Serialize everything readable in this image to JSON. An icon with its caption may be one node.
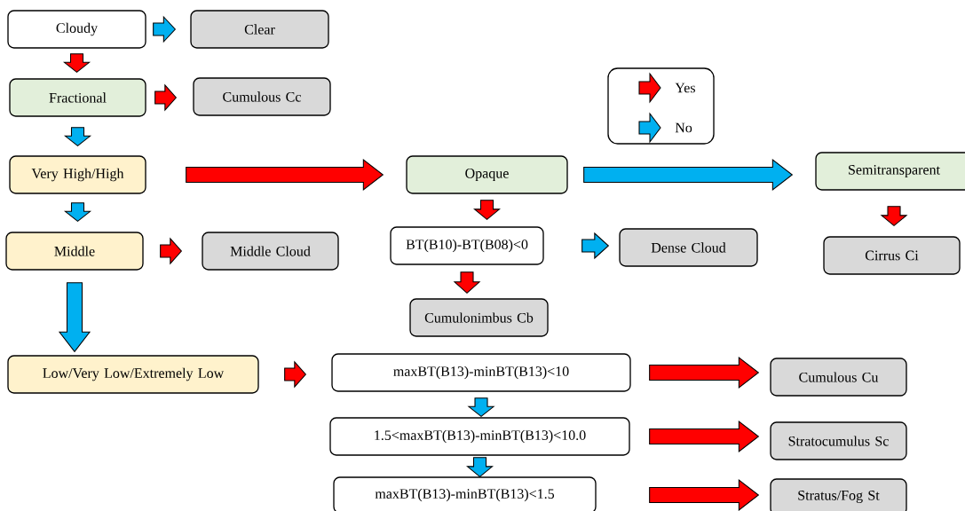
{
  "diagram": {
    "nodes": [
      {
        "text": [
          "Cloudy"
        ]
      },
      {
        "text": [
          "Clear"
        ]
      },
      {
        "text": [
          "Fractional"
        ]
      },
      {
        "text": [
          "Cumulous   Cc"
        ]
      },
      {
        "text": [
          "Very High/High"
        ]
      },
      {
        "text": [
          "Opaque"
        ]
      },
      {
        "text": [
          "Semitransparent"
        ]
      },
      {
        "text": [
          "Middle"
        ]
      },
      {
        "text": [
          "Middle Cloud"
        ]
      },
      {
        "text": [
          "BT(B10)-BT(B08)<0"
        ]
      },
      {
        "text": [
          "Dense Cloud"
        ]
      },
      {
        "text": [
          "Cirrus Ci"
        ]
      },
      {
        "text": [
          "Cumulonimbus Cb"
        ]
      },
      {
        "text": [
          "Low/Very Low/Extremely Low"
        ]
      },
      {
        "text": [
          "maxBT(B13)-minBT(B13)<10"
        ]
      },
      {
        "text": [
          "Cumulous Cu"
        ]
      },
      {
        "text": [
          "1.5<maxBT(B13)-minBT(B13)<10.0"
        ]
      },
      {
        "text": [
          "Stratocumulus Sc"
        ]
      },
      {
        "text": [
          "maxBT(B13)-minBT(B13)<1.5"
        ]
      },
      {
        "text": [
          "Stratus/Fog St"
        ]
      }
    ],
    "edges": [
      {
        "from": 0,
        "to": 1,
        "arrow": "to",
        "color": "#00b0f0"
      },
      {
        "from": 0,
        "to": 2,
        "arrow": "to"
      },
      {
        "from": 2,
        "to": 3,
        "arrow": "to"
      },
      {
        "from": 2,
        "to": 4,
        "arrow": "to",
        "color": "#00b0f0"
      },
      {
        "from": 4,
        "to": 5,
        "arrow": "to"
      },
      {
        "from": 5,
        "to": 6,
        "arrow": "to",
        "color": "#00b0f0"
      },
      {
        "from": 4,
        "to": 7,
        "arrow": "to",
        "color": "#00b0f0"
      },
      {
        "from": 7,
        "to": 8,
        "arrow": "to"
      },
      {
        "from": 5,
        "to": 9,
        "arrow": "to"
      },
      {
        "from": 9,
        "to": 10,
        "arrow": "to",
        "color": "#00b0f0"
      },
      {
        "from": 6,
        "to": 11,
        "arrow": "to"
      },
      {
        "from": 9,
        "to": 12,
        "arrow": "to"
      },
      {
        "from": 7,
        "to": 13,
        "arrow": "to",
        "color": "#00b0f0"
      },
      {
        "from": 13,
        "to": 14,
        "arrow": "to"
      },
      {
        "from": 14,
        "to": 15,
        "arrow": "to"
      },
      {
        "from": 14,
        "to": 16,
        "arrow": "to",
        "color": "#00b0f0"
      },
      {
        "from": 16,
        "to": 17,
        "arrow": "to"
      },
      {
        "from": 16,
        "to": 18,
        "arrow": "to",
        "color": "#00b0f0"
      },
      {
        "from": 18,
        "to": 19,
        "arrow": "to"
      }
    ],
    "legend": [
      {
        "text": "Yes",
        "color": "#ff0000"
      },
      {
        "text": "No",
        "color": "#00b0f0"
      }
    ]
  }
}
